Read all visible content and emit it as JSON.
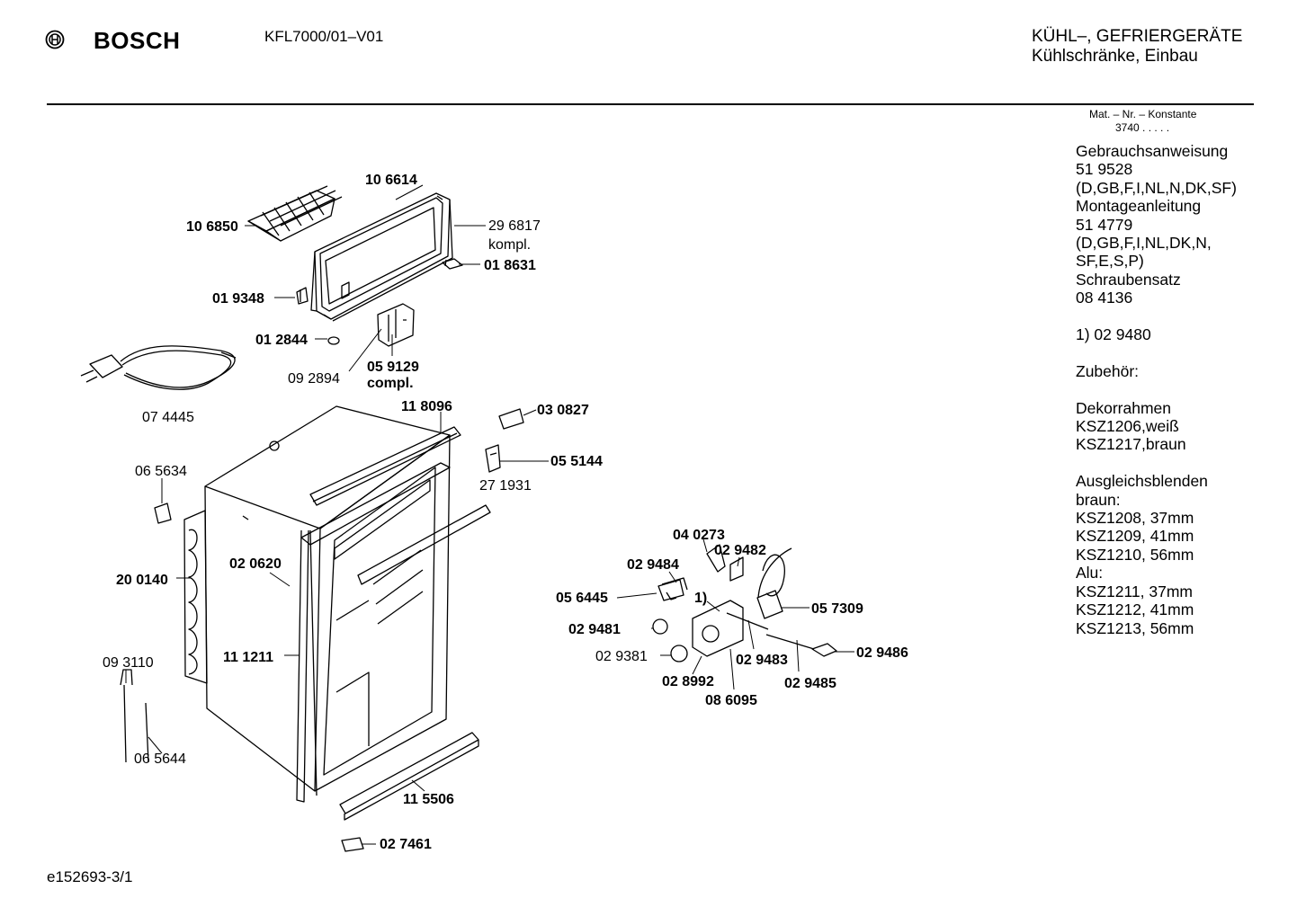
{
  "header": {
    "brand": "BOSCH",
    "model": "KFL7000/01–V01",
    "category_line1": "KÜHL–, GEFRIERGERÄTE",
    "category_line2": "Kühlschränke, Einbau",
    "logo_icon": "bosch-armature-logo-icon"
  },
  "material": {
    "label": "Mat. – Nr. – Konstante",
    "value": "3740  .   .   .   .   ."
  },
  "side_notes": [
    "Gebrauchsanweisung",
    "51 9528",
    "(D,GB,F,I,NL,N,DK,SF)",
    "Montageanleitung",
    "51 4779",
    "(D,GB,F,I,NL,DK,N,",
    "SF,E,S,P)",
    "Schraubensatz",
    "08 4136",
    "",
    "1) 02 9480",
    "",
    "Zubehör:",
    "",
    "Dekorrahmen",
    "KSZ1206,weiß",
    "KSZ1217,braun",
    "",
    "Ausgleichsblenden",
    "braun:",
    "KSZ1208, 37mm",
    "KSZ1209, 41mm",
    "KSZ1210, 56mm",
    "Alu:",
    "KSZ1211, 37mm",
    "KSZ1212, 41mm",
    "KSZ1213, 56mm"
  ],
  "parts": {
    "p106614": "10 6614",
    "p106850": "10 6850",
    "p296817": "29 6817",
    "p296817b": "kompl.",
    "p018631": "01 8631",
    "p019348": "01 9348",
    "p012844": "01 2844",
    "p092894": "09 2894",
    "p059129": "05 9129",
    "p059129b": "compl.",
    "p074445": "07 4445",
    "p118096": "11 8096",
    "p030827": "03 0827",
    "p055144": "05 5144",
    "p271931": "27 1931",
    "p065634": "06 5634",
    "p020620": "02 0620",
    "p200140": "20 0140",
    "p111211": "11 1211",
    "p093110": "09 3110",
    "p065644": "06 5644",
    "p115506": "11 5506",
    "p027461": "02 7461",
    "p040273": "04 0273",
    "p029482": "02 9482",
    "p029484": "02 9484",
    "p056445": "05 6445",
    "p1": "1)",
    "p057309": "05 7309",
    "p029481": "02 9481",
    "p029381": "02 9381",
    "p029483": "02 9483",
    "p029486": "02 9486",
    "p028992": "02 8992",
    "p029485": "02 9485",
    "p086095": "08 6095"
  },
  "footer": {
    "code": "e152693-3/1"
  }
}
